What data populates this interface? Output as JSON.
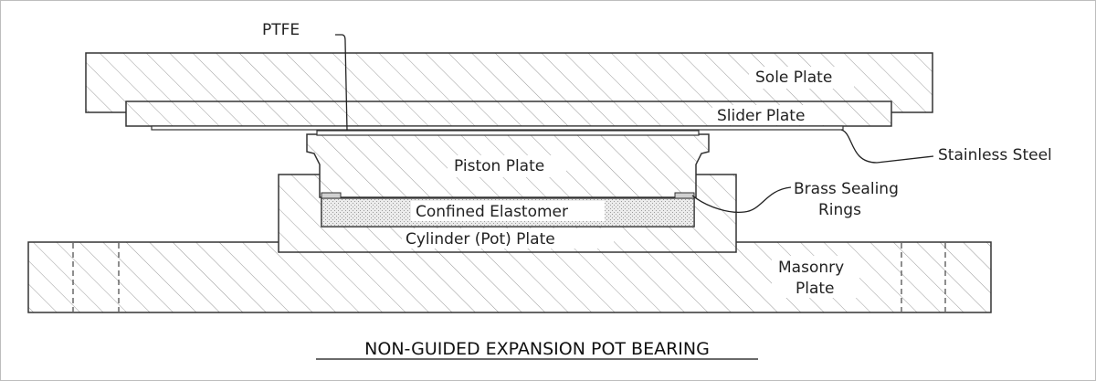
{
  "labels": {
    "ptfe": "PTFE",
    "sole_plate": "Sole Plate",
    "slider_plate": "Slider Plate",
    "stainless_steel": "Stainless Steel",
    "piston_plate": "Piston Plate",
    "brass_sealing_line1": "Brass Sealing",
    "brass_sealing_line2": "Rings",
    "confined_elastomer": "Confined Elastomer",
    "cylinder_plate": "Cylinder (Pot) Plate",
    "masonry_line1": "Masonry",
    "masonry_line2": "Plate"
  },
  "title": "NON-GUIDED EXPANSION POT BEARING",
  "colors": {
    "line": "#333333",
    "hatch": "#9a9a9a",
    "frame": "#bdbdbd",
    "elastomer_fill": "#e6e6e6",
    "elastomer_dots": "#9c9c9c"
  }
}
